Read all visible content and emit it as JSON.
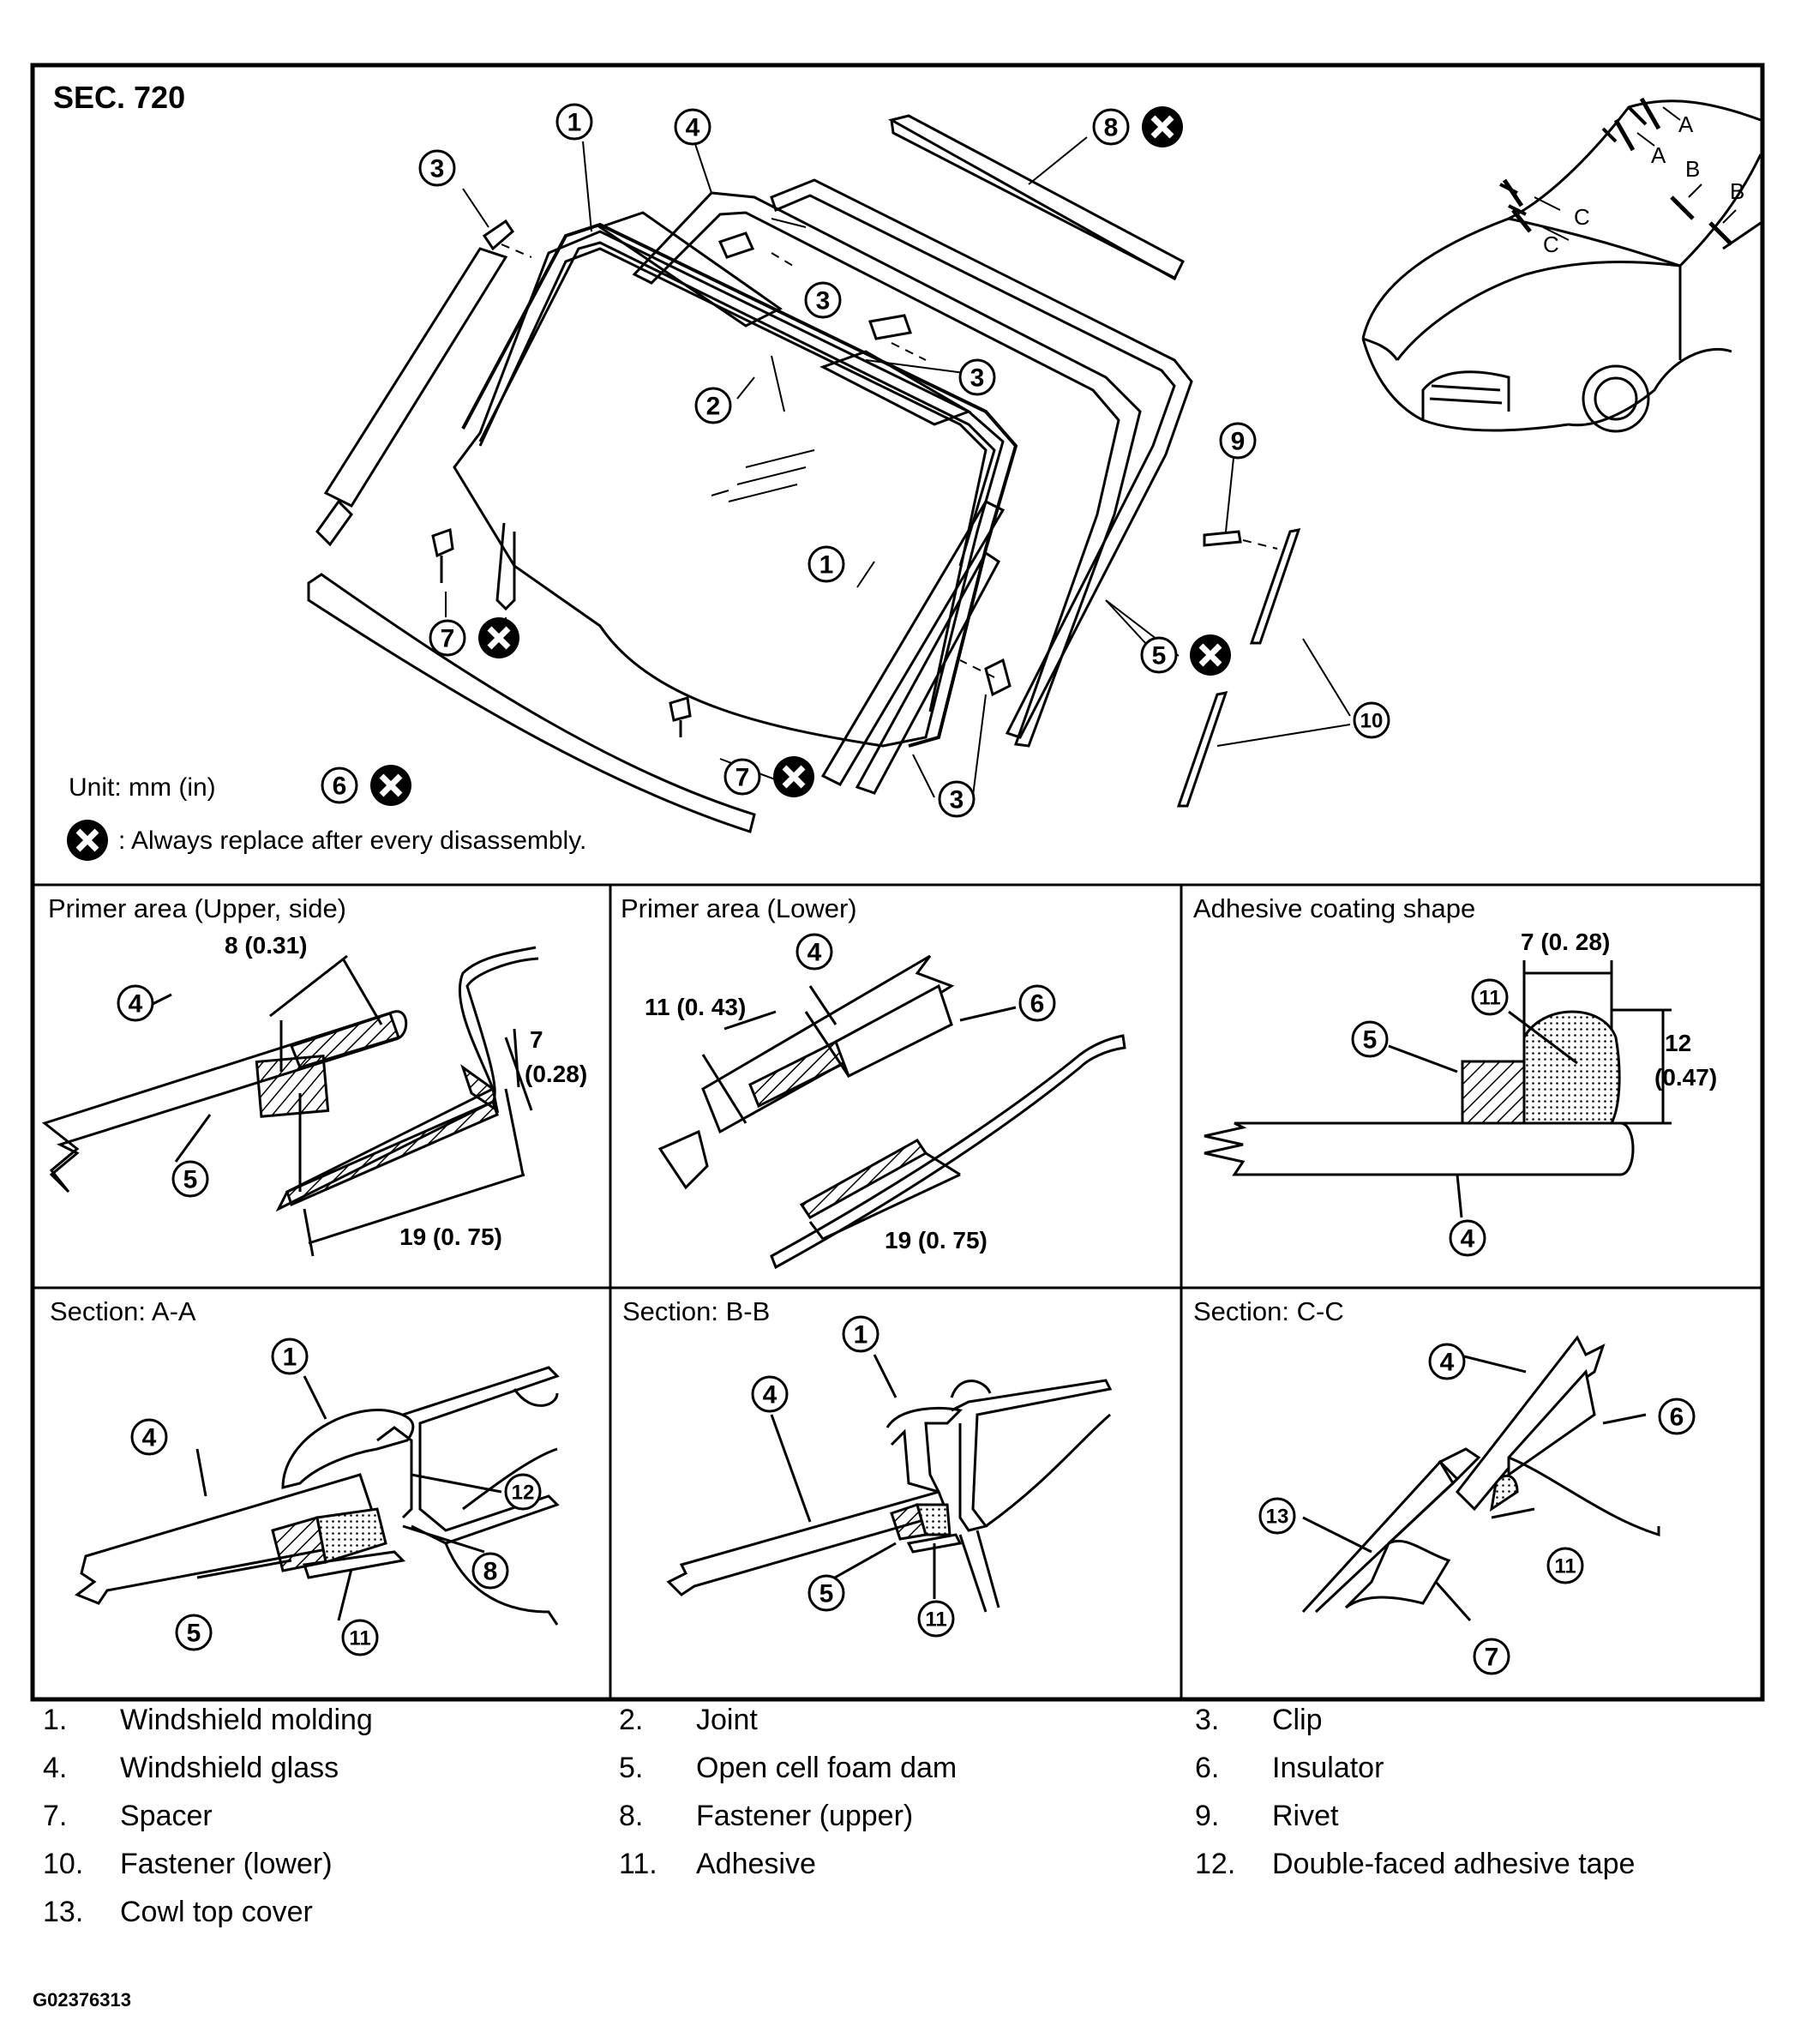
{
  "section_label": "SEC. 720",
  "unit_text": "Unit: mm (in)",
  "replace_note": ": Always replace after every disassembly.",
  "panels": {
    "primer_upper_side": "Primer area (Upper, side)",
    "primer_lower": "Primer area (Lower)",
    "adhesive_shape": "Adhesive coating shape",
    "section_aa": "Section: A-A",
    "section_bb": "Section: B-B",
    "section_cc": "Section: C-C"
  },
  "dimensions": {
    "d8": "8 (0.31)",
    "d7a": "7",
    "d7b": "(0.28)",
    "d19a": "19 (0. 75)",
    "d11": "11 (0. 43)",
    "d19b": "19 (0. 75)",
    "d7c": "7 (0. 28)",
    "d12a": "12",
    "d12b": "(0.47)"
  },
  "section_marks": [
    "A",
    "A",
    "B",
    "B",
    "C",
    "C"
  ],
  "callouts": [
    "1",
    "2",
    "3",
    "4",
    "5",
    "6",
    "7",
    "8",
    "9",
    "10",
    "11",
    "12",
    "13"
  ],
  "parts": [
    {
      "num": "1.",
      "name": "Windshield molding"
    },
    {
      "num": "2.",
      "name": "Joint"
    },
    {
      "num": "3.",
      "name": "Clip"
    },
    {
      "num": "4.",
      "name": "Windshield glass"
    },
    {
      "num": "5.",
      "name": "Open cell foam dam"
    },
    {
      "num": "6.",
      "name": "Insulator"
    },
    {
      "num": "7.",
      "name": "Spacer"
    },
    {
      "num": "8.",
      "name": "Fastener (upper)"
    },
    {
      "num": "9.",
      "name": "Rivet"
    },
    {
      "num": "10.",
      "name": "Fastener (lower)"
    },
    {
      "num": "11.",
      "name": "Adhesive"
    },
    {
      "num": "12.",
      "name": "Double-faced adhesive tape"
    },
    {
      "num": "13.",
      "name": "Cowl top cover"
    }
  ],
  "figure_code": "G02376313"
}
